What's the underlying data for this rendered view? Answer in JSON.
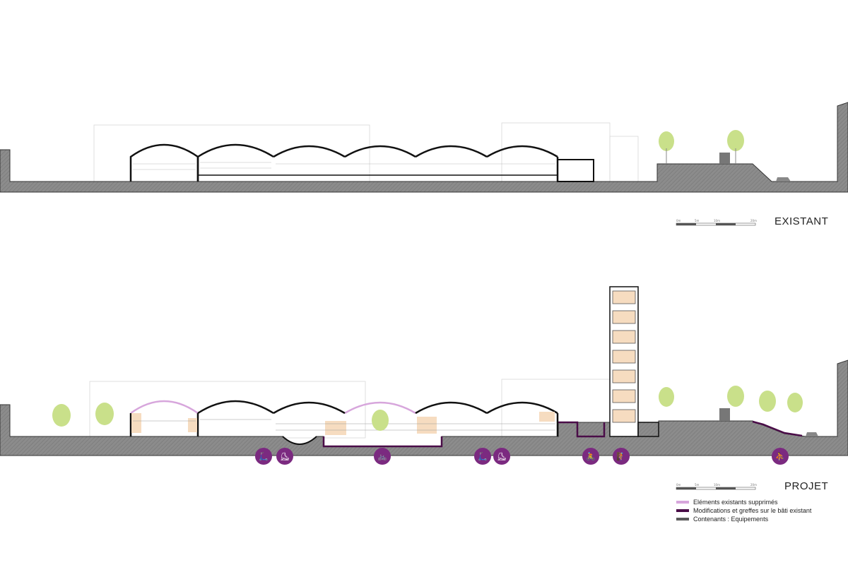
{
  "sections": {
    "existing": {
      "title": "EXISTANT"
    },
    "project": {
      "title": "PROJET"
    }
  },
  "scale_bar": {
    "ticks": [
      "0m",
      "5m",
      "10m",
      "20m"
    ]
  },
  "legend": [
    {
      "label": "Eléments existants supprimés",
      "color": "#d7a6dc"
    },
    {
      "label": "Modifications et greffes sur le bâti existant",
      "color": "#4a0d48"
    },
    {
      "label": "Contenants : Equipements",
      "color": "#5a5a5a"
    }
  ],
  "activity_icons": [
    {
      "name": "scooter-icon",
      "glyph": "🛴"
    },
    {
      "name": "skateboard-icon",
      "glyph": "⛸"
    },
    {
      "name": "bicycle-icon",
      "glyph": "🚲"
    },
    {
      "name": "scooter-icon",
      "glyph": "🛴"
    },
    {
      "name": "skateboard-icon",
      "glyph": "⛸"
    },
    {
      "name": "bmx-icon",
      "glyph": "🚴"
    },
    {
      "name": "climbing-icon",
      "glyph": "🧗"
    },
    {
      "name": "skater-icon",
      "glyph": "⛹"
    }
  ],
  "colors": {
    "ground": "#8a8a8a",
    "removed": "#d7a6dc",
    "modification": "#4a0d48",
    "icon_bg": "#7b2a80",
    "tree": "#c9e08a",
    "room": "#f6dcc0"
  }
}
